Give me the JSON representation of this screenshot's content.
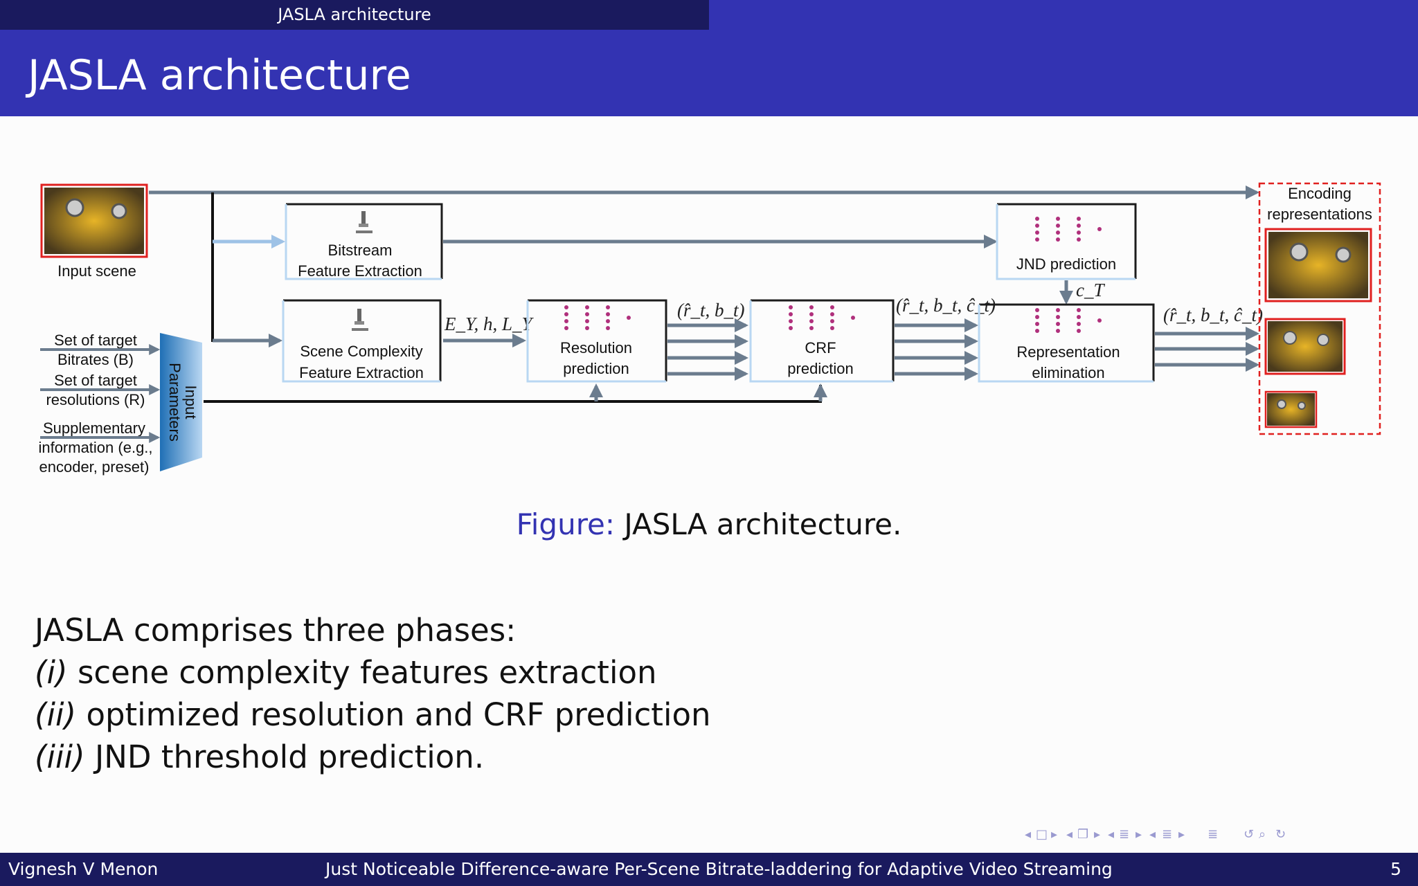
{
  "header": {
    "section": "JASLA architecture"
  },
  "frame": {
    "title": "JASLA architecture"
  },
  "diagram": {
    "input_scene_label": "Input scene",
    "inputs": [
      [
        "Set of target",
        "Bitrates (B)"
      ],
      [
        "Set of target",
        "resolutions (R)"
      ],
      [
        "Supplementary",
        "information (e.g.,",
        "encoder, preset)"
      ]
    ],
    "input_params": [
      "Input",
      "Parameters"
    ],
    "bitstream_box": [
      "Bitstream",
      "Feature Extraction"
    ],
    "scene_box": [
      "Scene Complexity",
      "Feature Extraction"
    ],
    "resolution_box": [
      "Resolution",
      "prediction"
    ],
    "crf_box": [
      "CRF",
      "prediction"
    ],
    "jnd_box": "JND prediction",
    "elim_box": [
      "Representation",
      "elimination"
    ],
    "output_label": [
      "Encoding",
      "representations"
    ],
    "math": {
      "features": "E_Y, h, L_Y",
      "res_out": "(r̂_t, b_t)",
      "crf_out": "(r̂_t, b_t, ĉ_t)",
      "jnd_out": "c_T",
      "final_out": "(r̂_t, b_t, ĉ_t)"
    }
  },
  "caption": {
    "label": "Figure:",
    "text": "JASLA architecture."
  },
  "body": {
    "intro": "JASLA comprises three phases:",
    "items": [
      {
        "num": "(i)",
        "text": "scene complexity features extraction"
      },
      {
        "num": "(ii)",
        "text": "optimized resolution and CRF prediction"
      },
      {
        "num": "(iii)",
        "text": "JND threshold prediction."
      }
    ]
  },
  "footer": {
    "author": "Vignesh V Menon",
    "title": "Just Noticeable Difference-aware Per-Scene Bitrate-laddering for Adaptive Video Streaming",
    "page": "5"
  },
  "colors": {
    "beamer_blue": "#3333b2",
    "beamer_dark": "#1a1a5e",
    "box_border": "#1c1c1c",
    "arrow": "#6b7c8e",
    "highlight": "#e0201f"
  }
}
